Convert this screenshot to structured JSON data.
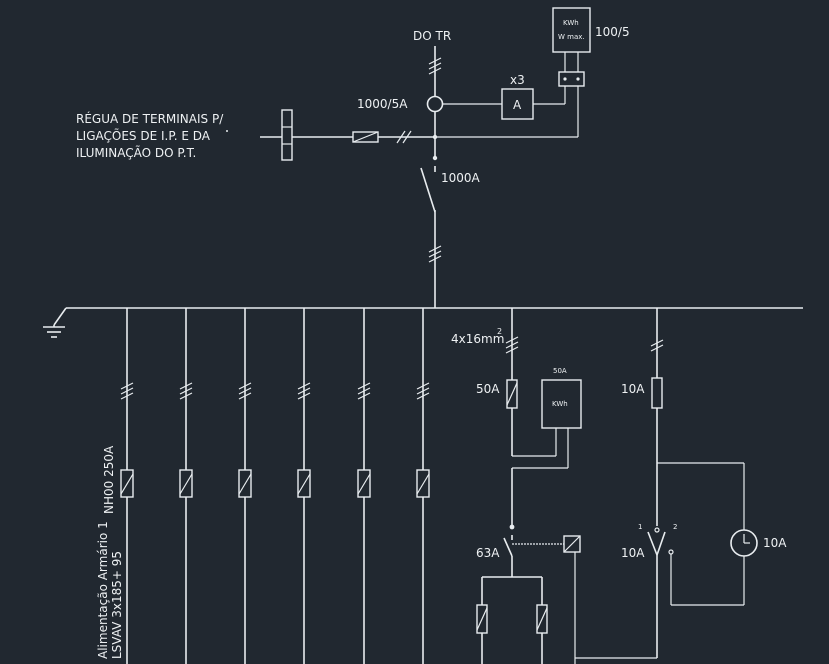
{
  "labels": {
    "source": "DO TR",
    "ct_ratio": "1000/5A",
    "ammeter_count": "x3",
    "ammeter": "A",
    "meter_main_line1": "KWh",
    "meter_main_line2": "W max.",
    "meter_ratio": "100/5",
    "terminal_line1": "RÉGUA DE TERMINAIS P/",
    "terminal_line2": "LIGAÇÕES DE I.P. E DA",
    "terminal_line3": "ILUMINAÇÃO DO P.T.",
    "main_breaker": "1000A",
    "cable_section": "4x16mm",
    "cable_exp": "2",
    "fuse_50": "50A",
    "meter2_rating": "50A",
    "meter2": "KWh",
    "fuse_10": "10A",
    "switch_63": "63A",
    "switch_10": "10A",
    "timer_10": "10A",
    "sw_pos1": "1",
    "sw_pos2": "2",
    "feeder_fuse": "NH00 250A",
    "feeder_line1": "Alimentação Armário 1",
    "feeder_line2": "LSVAV 3x185+ 95"
  },
  "colors": {
    "background": "#212830",
    "line": "#e8ecef"
  }
}
